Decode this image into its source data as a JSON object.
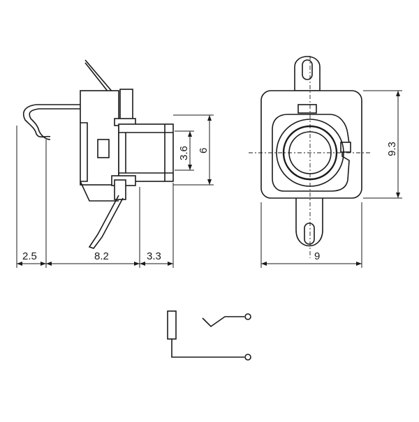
{
  "dimensions": {
    "lever_offset": "2.5",
    "body_length": "8.2",
    "front_length": "3.3",
    "bore_diameter": "3.6",
    "bushing_height": "6",
    "body_height": "9.3",
    "body_width": "9"
  }
}
